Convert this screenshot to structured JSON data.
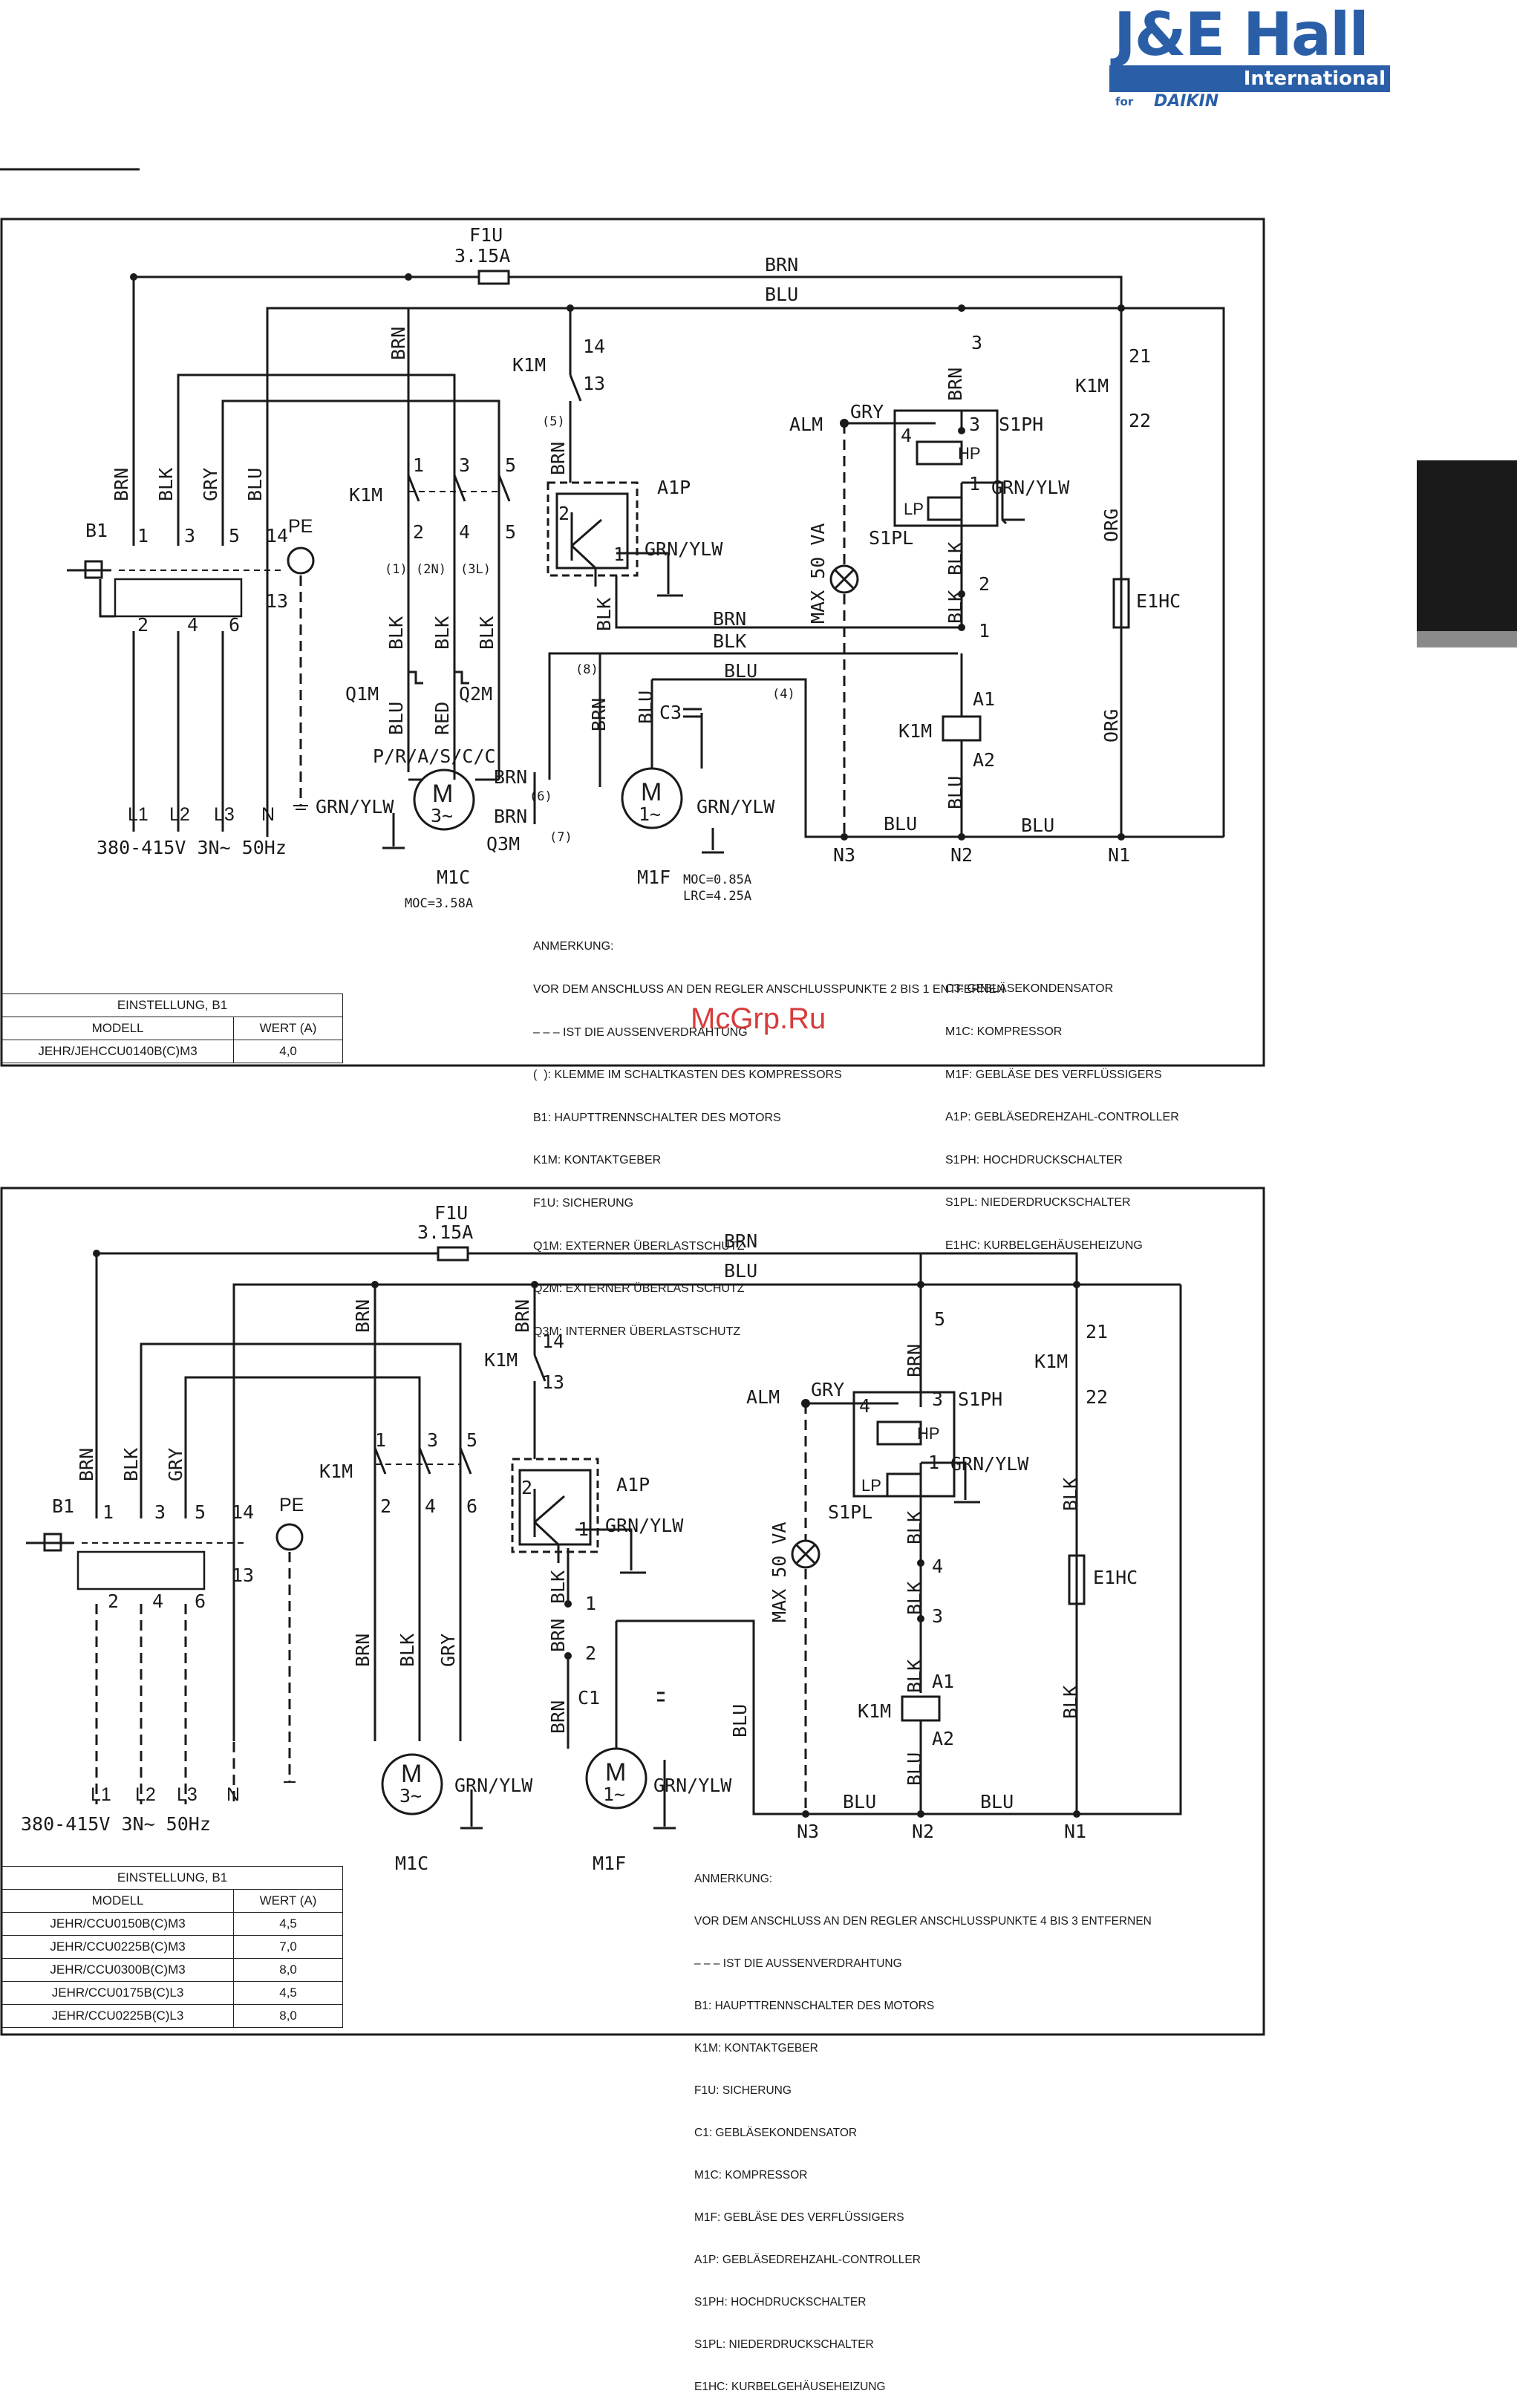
{
  "brand": {
    "name": "J&E Hall",
    "sub": "International",
    "for": "for",
    "partner": "DAIKIN"
  },
  "watermark": "McGrp.Ru",
  "d1": {
    "fuse": "F1U",
    "fuse_rating": "3.15A",
    "brn": "BRN",
    "blu": "BLU",
    "blk": "BLK",
    "gry": "GRY",
    "red": "RED",
    "org": "ORG",
    "grn_ylw": "GRN/YLW",
    "b1": "B1",
    "k1m": "K1M",
    "pe": "PE",
    "a1p": "A1P",
    "alm": "ALM",
    "s1ph": "S1PH",
    "s1pl": "S1PL",
    "hp": "HP",
    "lp": "LP",
    "e1hc": "E1HC",
    "c3": "C3",
    "q1m": "Q1M",
    "q2m": "Q2M",
    "q3m": "Q3M",
    "m1c": "M1C",
    "m1f": "M1F",
    "m": "M",
    "m3": "3~",
    "m1": "1~",
    "prsc": "P/R/A/S/C/C",
    "supply": "380-415V 3N~ 50Hz",
    "lamp": "MAX 50 VA",
    "moc_c": "MOC=3.58A",
    "moc_f": "MOC=0.85A",
    "lrc_f": "LRC=4.25A",
    "l1": "L1",
    "l2": "L2",
    "l3": "L3",
    "n": "N",
    "n1": "N1",
    "n2": "N2",
    "n3": "N3",
    "t1": "1",
    "t2": "2",
    "t3": "3",
    "t4": "4",
    "t5": "5",
    "t6": "6",
    "t13": "13",
    "t14": "14",
    "t21": "21",
    "t22": "22",
    "a1": "A1",
    "a2": "A2",
    "p1": "(1)",
    "p2n": "(2N)",
    "p3l": "(3L)",
    "p4": "(4)",
    "p5": "(5)",
    "p6": "(6)",
    "p7": "(7)",
    "p8": "(8)",
    "notes_left": [
      "ANMERKUNG:",
      "VOR DEM ANSCHLUSS AN DEN REGLER ANSCHLUSSPUNKTE 2 BIS 1 ENTFERNEN",
      "– – – IST DIE AUSSENVERDRAHTUNG",
      "(  ): KLEMME IM SCHALTKASTEN DES KOMPRESSORS",
      "B1: HAUPTTRENNSCHALTER DES MOTORS",
      "K1M: KONTAKTGEBER",
      "F1U: SICHERUNG",
      "Q1M: EXTERNER ÜBERLASTSCHUTZ",
      "Q2M: EXTERNER ÜBERLASTSCHUTZ",
      "Q3M: INTERNER ÜBERLASTSCHUTZ"
    ],
    "notes_right": [
      "C3: GEBLÄSEKONDENSATOR",
      "M1C: KOMPRESSOR",
      "M1F: GEBLÄSE DES VERFLÜSSIGERS",
      "A1P: GEBLÄSEDREHZAHL-CONTROLLER",
      "S1PH: HOCHDRUCKSCHALTER",
      "S1PL: NIEDERDRUCKSCHALTER",
      "E1HC: KURBELGEHÄUSEHEIZUNG"
    ],
    "table": {
      "title": "EINSTELLUNG, B1",
      "col_model": "MODELL",
      "col_value": "WERT (A)",
      "rows": [
        {
          "model": "JEHR/JEHCCU0140B(C)M3",
          "value": "4,0"
        }
      ]
    }
  },
  "d2": {
    "fuse": "F1U",
    "fuse_rating": "3.15A",
    "brn": "BRN",
    "blu": "BLU",
    "blk": "BLK",
    "gry": "GRY",
    "grn_ylw": "GRN/YLW",
    "b1": "B1",
    "k1m": "K1M",
    "pe": "PE",
    "a1p": "A1P",
    "alm": "ALM",
    "s1ph": "S1PH",
    "s1pl": "S1PL",
    "hp": "HP",
    "lp": "LP",
    "e1hc": "E1HC",
    "c1": "C1",
    "m1c": "M1C",
    "m1f": "M1F",
    "m": "M",
    "m3": "3~",
    "m1": "1~",
    "supply": "380-415V 3N~ 50Hz",
    "lamp": "MAX 50 VA",
    "l1": "L1",
    "l2": "L2",
    "l3": "L3",
    "n": "N",
    "n1": "N1",
    "n2": "N2",
    "n3": "N3",
    "t1": "1",
    "t2": "2",
    "t3": "3",
    "t4": "4",
    "t5": "5",
    "t6": "6",
    "t13": "13",
    "t14": "14",
    "t21": "21",
    "t22": "22",
    "a1": "A1",
    "a2": "A2",
    "notes": [
      "ANMERKUNG:",
      "VOR DEM ANSCHLUSS AN DEN REGLER ANSCHLUSSPUNKTE 4 BIS 3 ENTFERNEN",
      "– – – IST DIE AUSSENVERDRAHTUNG",
      "B1: HAUPTTRENNSCHALTER DES MOTORS",
      "K1M: KONTAKTGEBER",
      "F1U: SICHERUNG",
      "C1: GEBLÄSEKONDENSATOR",
      "M1C: KOMPRESSOR",
      "M1F: GEBLÄSE DES VERFLÜSSIGERS",
      "A1P: GEBLÄSEDREHZAHL-CONTROLLER",
      "S1PH: HOCHDRUCKSCHALTER",
      "S1PL: NIEDERDRUCKSCHALTER",
      "E1HC: KURBELGEHÄUSEHEIZUNG"
    ],
    "table": {
      "title": "EINSTELLUNG, B1",
      "col_model": "MODELL",
      "col_value": "WERT (A)",
      "rows": [
        {
          "model": "JEHR/CCU0150B(C)M3",
          "value": "4,5"
        },
        {
          "model": "JEHR/CCU0225B(C)M3",
          "value": "7,0"
        },
        {
          "model": "JEHR/CCU0300B(C)M3",
          "value": "8,0"
        },
        {
          "model": "JEHR/CCU0175B(C)L3",
          "value": "4,5"
        },
        {
          "model": "JEHR/CCU0225B(C)L3",
          "value": "8,0"
        }
      ]
    }
  }
}
